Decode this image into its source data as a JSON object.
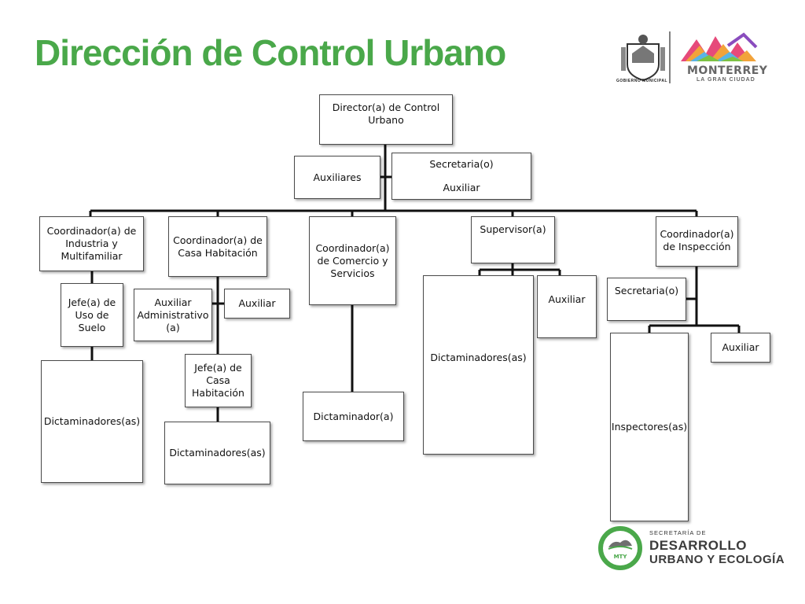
{
  "title": "Dirección de Control Urbano",
  "header_logos": {
    "municipal_text": "GOBIERNO MUNICIPAL",
    "city_name": "MONTERREY",
    "city_tagline": "LA GRAN CIUDAD"
  },
  "footer_logo": {
    "small": "SECRETARÍA DE",
    "line1": "DESARROLLO",
    "line2": "URBANO Y ECOLOGÍA",
    "badge": "MTY"
  },
  "org": {
    "director": "Director(a) de Control Urbano",
    "auxiliares": "Auxiliares",
    "secretaria": "Secretaria(o)",
    "auxiliar_top": "Auxiliar",
    "coord_industria": "Coordinador(a) de Industria y Multifamiliar",
    "jefe_uso_suelo": "Jefe(a) de Uso de Suelo",
    "dict_1": "Dictaminadores(as)",
    "coord_casa": "Coordinador(a) de Casa Habitación",
    "aux_admin": "Auxiliar Administrativo (a)",
    "aux_casa": "Auxiliar",
    "jefe_casa": "Jefe(a) de Casa Habitación",
    "dict_2": "Dictaminadores(as)",
    "coord_comercio": "Coordinador(a) de Comercio y Servicios",
    "dictaminador": "Dictaminador(a)",
    "supervisor": "Supervisor(a)",
    "dict_3": "Dictaminadores(as)",
    "aux_supervisor": "Auxiliar",
    "coord_inspeccion": "Coordinador(a) de Inspección",
    "secretaria_insp": "Secretaria(o)",
    "inspectores": "Inspectores(as)",
    "aux_insp": "Auxiliar"
  },
  "colors": {
    "title": "#4aa84a",
    "lines": "#111111",
    "brand_green": "#4aa84a"
  }
}
